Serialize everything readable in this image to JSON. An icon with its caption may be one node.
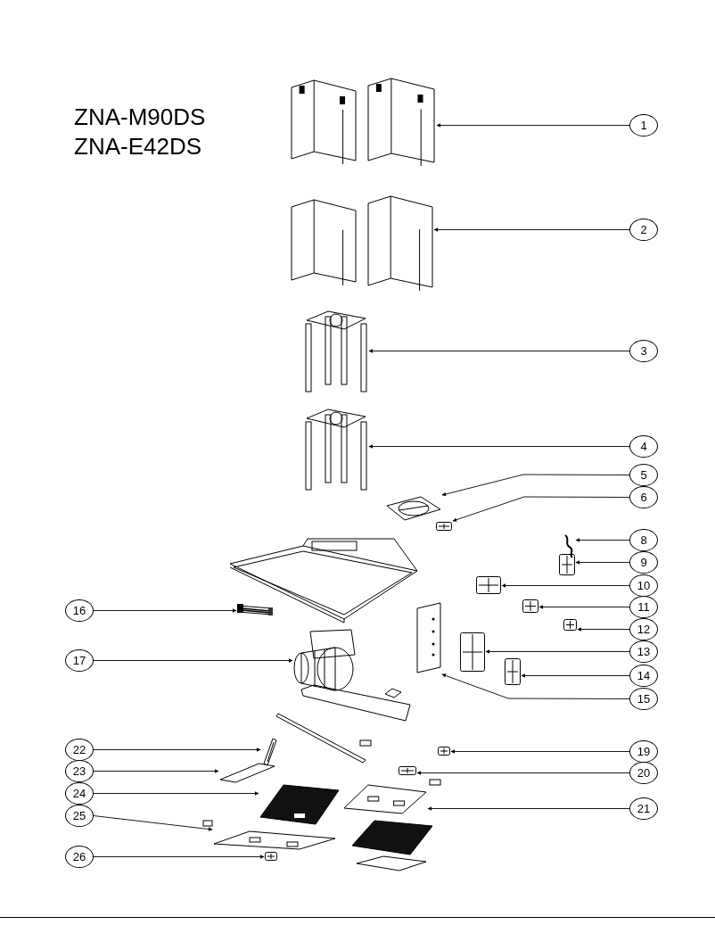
{
  "diagram": {
    "nodes": [
      {
        "text": [
          "1"
        ]
      },
      {
        "text": [
          "2"
        ]
      },
      {
        "text": [
          "3"
        ]
      },
      {
        "text": [
          "4"
        ]
      },
      {
        "text": [
          "5"
        ]
      },
      {
        "text": [
          "6"
        ]
      },
      {
        "text": [
          "8"
        ]
      },
      {
        "text": [
          "9"
        ]
      },
      {
        "text": [
          "10"
        ]
      },
      {
        "text": [
          "11"
        ]
      },
      {
        "text": [
          "12"
        ]
      },
      {
        "text": [
          "13"
        ]
      },
      {
        "text": [
          "14"
        ]
      },
      {
        "text": [
          "15"
        ]
      },
      {
        "text": [
          "16"
        ]
      },
      {
        "text": [
          "17"
        ]
      },
      {
        "text": [
          "19"
        ]
      },
      {
        "text": [
          "20"
        ]
      },
      {
        "text": [
          "21"
        ]
      },
      {
        "text": [
          "22"
        ]
      },
      {
        "text": [
          "23"
        ]
      },
      {
        "text": [
          "24"
        ]
      },
      {
        "text": [
          "25"
        ]
      },
      {
        "text": [
          "26"
        ]
      },
      {
        "text": [],
        "shape": "picture"
      },
      {
        "text": [],
        "shape": "picture"
      },
      {
        "text": [],
        "shape": "picture"
      },
      {
        "text": [],
        "shape": "picture"
      },
      {
        "text": [],
        "shape": "picture"
      },
      {
        "text": [],
        "shape": "picture"
      },
      {
        "text": [],
        "shape": "picture"
      },
      {
        "text": [],
        "shape": "picture"
      },
      {
        "text": [],
        "shape": "picture"
      },
      {
        "text": [],
        "shape": "picture"
      },
      {
        "text": [],
        "shape": "picture"
      },
      {
        "text": [],
        "shape": "picture"
      },
      {
        "text": [],
        "shape": "picture"
      },
      {
        "text": [],
        "shape": "picture"
      },
      {
        "text": [],
        "shape": "picture"
      },
      {
        "text": [],
        "shape": "picture"
      },
      {
        "text": [],
        "shape": "picture"
      },
      {
        "text": [],
        "shape": "picture"
      },
      {
        "text": [],
        "shape": "picture"
      },
      {
        "text": [],
        "shape": "picture"
      },
      {
        "text": [],
        "shape": "picture"
      },
      {
        "text": [],
        "shape": "picture"
      },
      {
        "text": [],
        "shape": "picture"
      },
      {
        "text": [],
        "shape": "picture"
      }
    ],
    "edges": [
      {
        "from": 0,
        "to": 24,
        "arrow": "to"
      },
      {
        "from": 1,
        "to": 25,
        "arrow": "to"
      },
      {
        "from": 2,
        "to": 26,
        "arrow": "to"
      },
      {
        "from": 3,
        "to": 27,
        "arrow": "to"
      },
      {
        "from": 4,
        "to": 28,
        "arrow": "to"
      },
      {
        "from": 5,
        "to": 29,
        "arrow": "to"
      },
      {
        "from": 6,
        "to": 30,
        "arrow": "to"
      },
      {
        "from": 7,
        "to": 31,
        "arrow": "to"
      },
      {
        "from": 8,
        "to": 32,
        "arrow": "to"
      },
      {
        "from": 9,
        "to": 33,
        "arrow": "to"
      },
      {
        "from": 10,
        "to": 34,
        "arrow": "to"
      },
      {
        "from": 11,
        "to": 35,
        "arrow": "to"
      },
      {
        "from": 12,
        "to": 36,
        "arrow": "to"
      },
      {
        "from": 13,
        "to": 37,
        "arrow": "to"
      },
      {
        "from": 14,
        "to": 38,
        "arrow": "to"
      },
      {
        "from": 15,
        "to": 39,
        "arrow": "to"
      },
      {
        "from": 16,
        "to": 40,
        "arrow": "to"
      },
      {
        "from": 17,
        "to": 41,
        "arrow": "to"
      },
      {
        "from": 18,
        "to": 42,
        "arrow": "to"
      },
      {
        "from": 19,
        "to": 43,
        "arrow": "to"
      },
      {
        "from": 20,
        "to": 44,
        "arrow": "to"
      },
      {
        "from": 21,
        "to": 45,
        "arrow": "to"
      },
      {
        "from": 22,
        "to": 46,
        "arrow": "to"
      },
      {
        "from": 23,
        "to": 47,
        "arrow": "to"
      }
    ],
    "labels": [
      "ZNA-M90DS",
      "ZNA-E42DS"
    ]
  }
}
